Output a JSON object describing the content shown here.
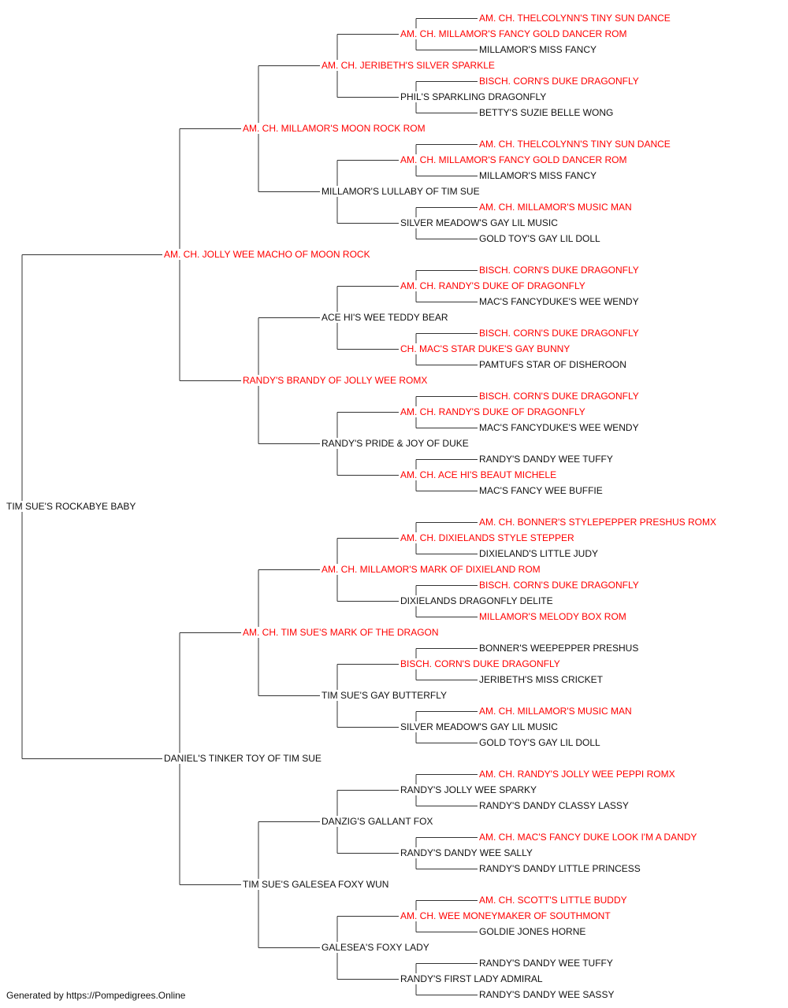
{
  "pedigree": {
    "subject": {
      "name": "TIM SUE'S ROCKABYE BABY",
      "champion": false
    },
    "sire": {
      "name": "AM. CH. JOLLY WEE MACHO OF MOON ROCK",
      "champion": true,
      "sire": {
        "name": "AM. CH. MILLAMOR'S MOON ROCK ROM",
        "champion": true,
        "sire": {
          "name": "AM. CH. JERIBETH'S SILVER SPARKLE",
          "champion": true,
          "sire": {
            "name": "AM. CH. MILLAMOR'S FANCY GOLD DANCER ROM",
            "champion": true,
            "sire": {
              "name": "AM. CH. THELCOLYNN'S TINY SUN DANCE",
              "champion": true
            },
            "dam": {
              "name": "MILLAMOR'S MISS FANCY",
              "champion": false
            }
          },
          "dam": {
            "name": "PHIL'S SPARKLING DRAGONFLY",
            "champion": false,
            "sire": {
              "name": "BISCH. CORN'S DUKE DRAGONFLY",
              "champion": true
            },
            "dam": {
              "name": "BETTY'S SUZIE BELLE WONG",
              "champion": false
            }
          }
        },
        "dam": {
          "name": "MILLAMOR'S LULLABY OF TIM SUE",
          "champion": false,
          "sire": {
            "name": "AM. CH. MILLAMOR'S FANCY GOLD DANCER ROM",
            "champion": true,
            "sire": {
              "name": "AM. CH. THELCOLYNN'S TINY SUN DANCE",
              "champion": true
            },
            "dam": {
              "name": "MILLAMOR'S MISS FANCY",
              "champion": false
            }
          },
          "dam": {
            "name": "SILVER MEADOW'S GAY LIL MUSIC",
            "champion": false,
            "sire": {
              "name": "AM. CH. MILLAMOR'S MUSIC MAN",
              "champion": true
            },
            "dam": {
              "name": "GOLD TOY'S GAY LIL DOLL",
              "champion": false
            }
          }
        }
      },
      "dam": {
        "name": "RANDY'S BRANDY OF JOLLY WEE ROMX",
        "champion": true,
        "sire": {
          "name": "ACE HI'S WEE TEDDY BEAR",
          "champion": false,
          "sire": {
            "name": "AM. CH. RANDY'S DUKE OF DRAGONFLY",
            "champion": true,
            "sire": {
              "name": "BISCH. CORN'S DUKE DRAGONFLY",
              "champion": true
            },
            "dam": {
              "name": "MAC'S FANCYDUKE'S WEE WENDY",
              "champion": false
            }
          },
          "dam": {
            "name": "CH. MAC'S STAR DUKE'S GAY BUNNY",
            "champion": true,
            "sire": {
              "name": "BISCH. CORN'S DUKE DRAGONFLY",
              "champion": true
            },
            "dam": {
              "name": "PAMTUFS STAR OF DISHEROON",
              "champion": false
            }
          }
        },
        "dam": {
          "name": "RANDY'S PRIDE & JOY OF DUKE",
          "champion": false,
          "sire": {
            "name": "AM. CH. RANDY'S DUKE OF DRAGONFLY",
            "champion": true,
            "sire": {
              "name": "BISCH. CORN'S DUKE DRAGONFLY",
              "champion": true
            },
            "dam": {
              "name": "MAC'S FANCYDUKE'S WEE WENDY",
              "champion": false
            }
          },
          "dam": {
            "name": "AM. CH. ACE HI'S BEAUT MICHELE",
            "champion": true,
            "sire": {
              "name": "RANDY'S DANDY WEE TUFFY",
              "champion": false
            },
            "dam": {
              "name": "MAC'S FANCY WEE BUFFIE",
              "champion": false
            }
          }
        }
      }
    },
    "dam": {
      "name": "DANIEL'S TINKER TOY OF TIM SUE",
      "champion": false,
      "sire": {
        "name": "AM. CH. TIM SUE'S MARK OF THE DRAGON",
        "champion": true,
        "sire": {
          "name": "AM. CH. MILLAMOR'S MARK OF DIXIELAND ROM",
          "champion": true,
          "sire": {
            "name": "AM. CH. DIXIELANDS STYLE STEPPER",
            "champion": true,
            "sire": {
              "name": "AM. CH. BONNER'S STYLEPEPPER PRESHUS ROMX",
              "champion": true
            },
            "dam": {
              "name": "DIXIELAND'S LITTLE JUDY",
              "champion": false
            }
          },
          "dam": {
            "name": "DIXIELANDS DRAGONFLY DELITE",
            "champion": false,
            "sire": {
              "name": "BISCH. CORN'S DUKE DRAGONFLY",
              "champion": true
            },
            "dam": {
              "name": "MILLAMOR'S MELODY BOX ROM",
              "champion": true
            }
          }
        },
        "dam": {
          "name": "TIM SUE'S GAY BUTTERFLY",
          "champion": false,
          "sire": {
            "name": "BISCH. CORN'S DUKE DRAGONFLY",
            "champion": true,
            "sire": {
              "name": "BONNER'S WEEPEPPER PRESHUS",
              "champion": false
            },
            "dam": {
              "name": "JERIBETH'S MISS CRICKET",
              "champion": false
            }
          },
          "dam": {
            "name": "SILVER MEADOW'S GAY LIL MUSIC",
            "champion": false,
            "sire": {
              "name": "AM. CH. MILLAMOR'S MUSIC MAN",
              "champion": true
            },
            "dam": {
              "name": "GOLD TOY'S GAY LIL DOLL",
              "champion": false
            }
          }
        }
      },
      "dam": {
        "name": "TIM SUE'S GALESEA FOXY WUN",
        "champion": false,
        "sire": {
          "name": "DANZIG'S GALLANT FOX",
          "champion": false,
          "sire": {
            "name": "RANDY'S JOLLY WEE SPARKY",
            "champion": false,
            "sire": {
              "name": "AM. CH. RANDY'S JOLLY WEE PEPPI ROMX",
              "champion": true
            },
            "dam": {
              "name": "RANDY'S DANDY CLASSY LASSY",
              "champion": false
            }
          },
          "dam": {
            "name": "RANDY'S DANDY WEE SALLY",
            "champion": false,
            "sire": {
              "name": "AM. CH. MAC'S FANCY DUKE LOOK I'M A DANDY",
              "champion": true
            },
            "dam": {
              "name": "RANDY'S DANDY LITTLE PRINCESS",
              "champion": false
            }
          }
        },
        "dam": {
          "name": "GALESEA'S FOXY LADY",
          "champion": false,
          "sire": {
            "name": "AM. CH. WEE MONEYMAKER OF SOUTHMONT",
            "champion": true,
            "sire": {
              "name": "AM. CH. SCOTT'S LITTLE BUDDY",
              "champion": true
            },
            "dam": {
              "name": "GOLDIE JONES HORNE",
              "champion": false
            }
          },
          "dam": {
            "name": "RANDY'S FIRST LADY ADMIRAL",
            "champion": false,
            "sire": {
              "name": "RANDY'S DANDY WEE TUFFY",
              "champion": false
            },
            "dam": {
              "name": "RANDY'S DANDY WEE SASSY",
              "champion": false
            }
          }
        }
      }
    }
  },
  "footer": "Generated by https://Pompedigrees.Online",
  "colors": {
    "champion": "#ff0000",
    "normal": "#111111",
    "line": "#333333"
  }
}
